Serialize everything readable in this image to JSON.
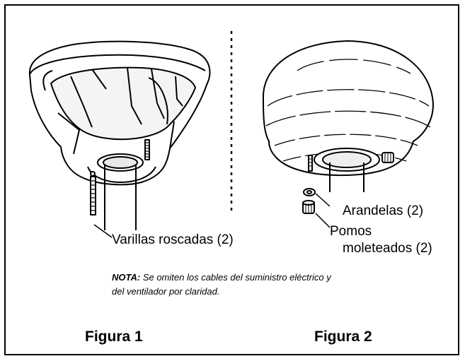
{
  "labels": {
    "rods": "Varillas roscadas (2)",
    "washers": "Arandelas (2)",
    "knobs_line1": "Pomos",
    "knobs_line2": "moleteados (2)"
  },
  "note": {
    "prefix": "NOTA:",
    "text": " Se omiten los cables del suministro eléctrico y del ventilador por claridad."
  },
  "figures": {
    "fig1": "Figura 1",
    "fig2": "Figura 2"
  }
}
